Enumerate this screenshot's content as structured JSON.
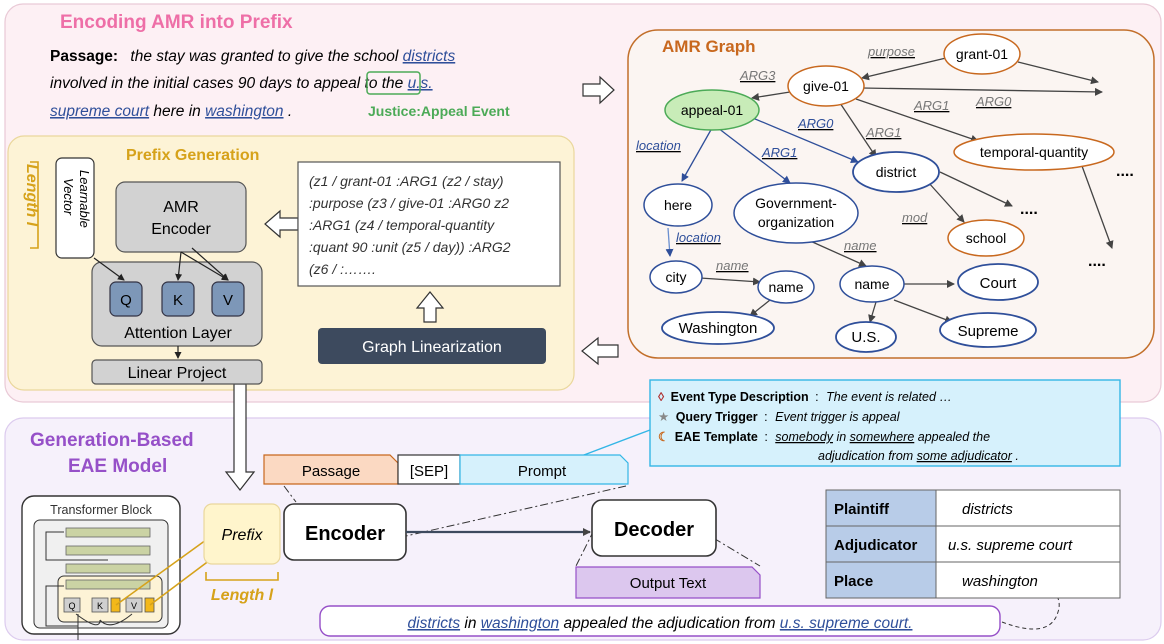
{
  "top_section": {
    "title": "Encoding AMR into Prefix",
    "passage_label": "Passage:",
    "passage_line1_a": "the stay was granted to give the school ",
    "passage_line1_b": "districts",
    "passage_line2_a": "involved in the initial cases 90 days to ",
    "passage_line2_trigger": "appeal",
    "passage_line2_b": " to the ",
    "passage_line2_c": "u.s.",
    "passage_line3_a": "supreme court",
    "passage_line3_b": " here in ",
    "passage_line3_c": "washington",
    "passage_line3_d": ".",
    "event_label": "Justice:Appeal Event"
  },
  "amr_graph": {
    "title": "AMR Graph",
    "nodes": {
      "grant": "grant-01",
      "give": "give-01",
      "appeal": "appeal-01",
      "district": "district",
      "temporal": "temporal-quantity",
      "here": "here",
      "gov_line1": "Government-",
      "gov_line2": "organization",
      "school": "school",
      "city": "city",
      "name1": "name",
      "name2": "name",
      "court": "Court",
      "washington": "Washington",
      "us": "U.S.",
      "supreme": "Supreme"
    },
    "edges": {
      "purpose": "purpose",
      "arg3": "ARG3",
      "arg1_top": "ARG1",
      "arg0_top": "ARG0",
      "arg0_mid": "ARG0",
      "arg1_mid": "ARG1",
      "location1": "location",
      "arg1_low": "ARG1",
      "location2": "location",
      "mod": "mod",
      "name_edge1": "name",
      "name_edge2": "name"
    },
    "ellipsis": "...."
  },
  "prefix_generation": {
    "title": "Prefix Generation",
    "length_label": "Length l",
    "learnable_line1": "Learnable",
    "learnable_line2": "Vector",
    "amr_encoder_line1": "AMR",
    "amr_encoder_line2": "Encoder",
    "q": "Q",
    "k": "K",
    "v": "V",
    "attention": "Attention Layer",
    "linear": "Linear Project",
    "linearized_lines": [
      "(z1 / grant-01 :ARG1 (z2 / stay)",
      ":purpose (z3 / give-01 :ARG0 z2",
      ":ARG1 (z4 / temporal-quantity",
      ":quant 90 :unit (z5 / day)) :ARG2",
      "(z6 / :……."
    ],
    "graph_linearization": "Graph Linearization"
  },
  "bottom_section": {
    "title_line1": "Generation-Based",
    "title_line2": "EAE Model",
    "prompt_box": {
      "event_type_label": "Event Type Description",
      "event_type_text": "The event is related …",
      "query_label": "Query Trigger",
      "query_text": "Event trigger is appeal",
      "template_label": "EAE Template",
      "template_a": "somebody",
      "template_b": " in ",
      "template_c": "somewhere",
      "template_d": " appealed the",
      "template_line2_a": "adjudication from ",
      "template_line2_b": "some adjudicator",
      "template_line2_c": "."
    },
    "passage_tab": "Passage",
    "sep_tab": "[SEP]",
    "prompt_tab": "Prompt",
    "transformer_block": "Transformer Block",
    "prefix": "Prefix",
    "length_label": "Length l",
    "encoder": "Encoder",
    "decoder": "Decoder",
    "output_text": "Output Text",
    "output_sentence": {
      "a": "districts",
      "b": " in ",
      "c": "washington",
      "d": " appealed the adjudication from ",
      "e": "u.s. supreme court."
    },
    "roles_table": [
      {
        "role": "Plaintiff",
        "value": "districts"
      },
      {
        "role": "Adjudicator",
        "value": "u.s. supreme court"
      },
      {
        "role": "Place",
        "value": "washington"
      }
    ]
  },
  "colors": {
    "top_bg": "#fdf0f4",
    "amr_bg": "#fbf5f2",
    "prefix_bg": "#fdf3d6",
    "bottom_bg": "#f6f1fb",
    "pink_title": "#ee6fa7",
    "orange": "#c8681e",
    "gold": "#d6a21a",
    "navy": "#2b3a8f",
    "green": "#4caa57",
    "purple_title": "#9650c8"
  }
}
